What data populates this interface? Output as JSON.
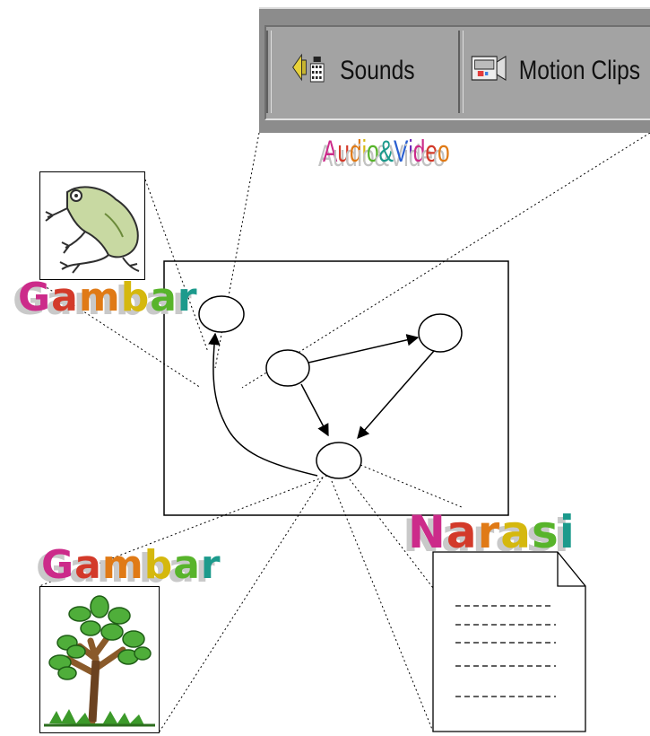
{
  "toolbar": {
    "sounds_label": "Sounds",
    "motion_clips_label": "Motion Clips",
    "sounds_icon": "speaker-icon",
    "motion_clips_icon": "video-camera-icon"
  },
  "labels": {
    "audio_video": "Audio & Video",
    "gambar_top": "Gambar",
    "gambar_bottom": "Gambar",
    "narasi": "Narasi"
  },
  "images": {
    "frog": "frog-clipart",
    "tree": "tree-clipart",
    "document": "document-icon"
  },
  "rainbow_colors": [
    "#cc2b8a",
    "#d33a2a",
    "#e07a16",
    "#d5b80e",
    "#58b42b",
    "#1c9a8c",
    "#2a5fd0",
    "#6d2bb8"
  ],
  "document_dash_lines": 5
}
